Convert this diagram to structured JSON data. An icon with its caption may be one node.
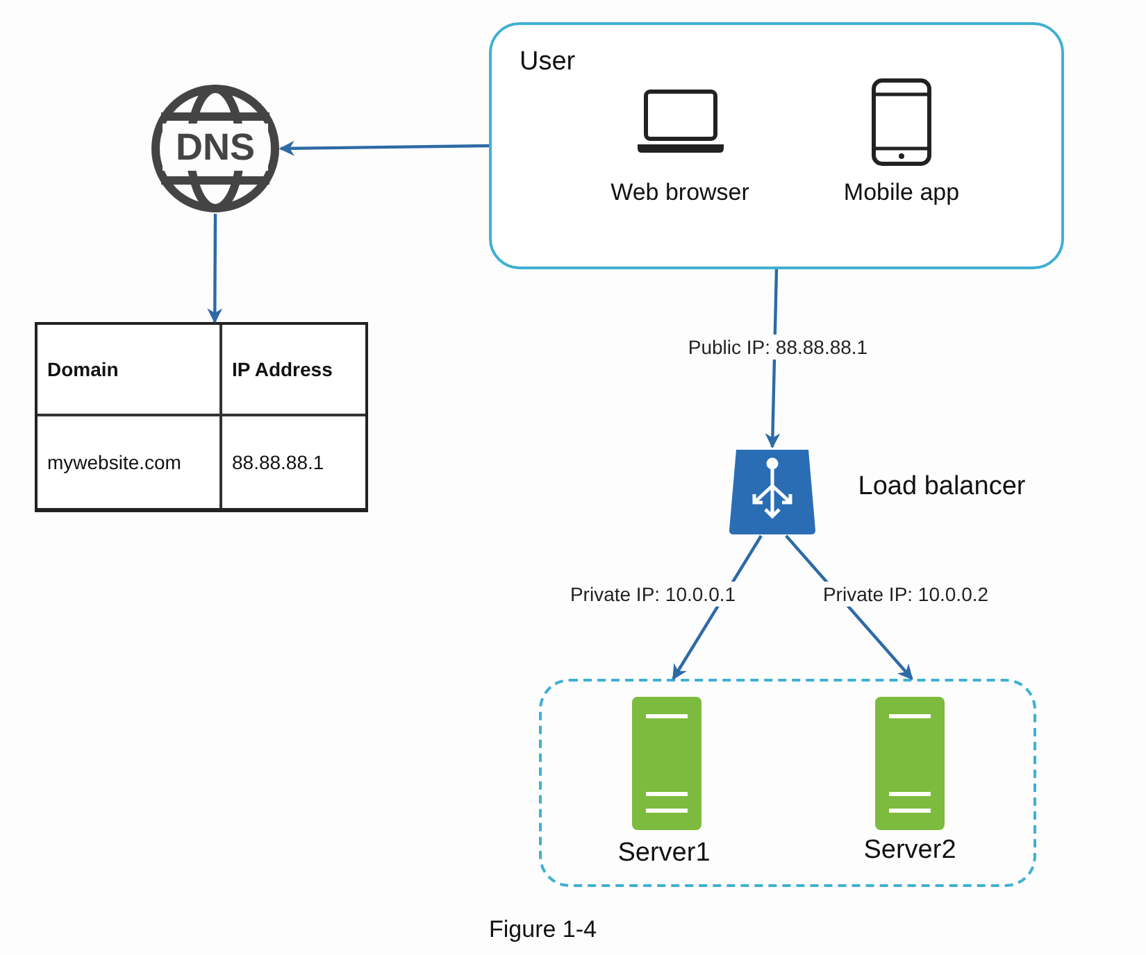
{
  "diagram": {
    "caption": "Figure 1-4",
    "nodes": [
      {
        "text": [
          "User"
        ]
      },
      {
        "text": [
          "Web browser"
        ],
        "in": 0
      },
      {
        "text": [
          "Mobile app"
        ],
        "in": 0
      },
      {
        "text": [
          "DNS"
        ]
      },
      {
        "text": [
          "Domain",
          "IP Address",
          "mywebsite.com",
          "88.88.88.1"
        ]
      },
      {
        "text": [],
        "shape": "trapezoid",
        "beside": [
          "Load balancer"
        ]
      },
      {
        "text": [],
        "shape": "box"
      },
      {
        "text": [],
        "shape": "server",
        "in": 6,
        "beside": [
          "Server1"
        ]
      },
      {
        "text": [],
        "shape": "server",
        "in": 6,
        "beside": [
          "Server2"
        ]
      }
    ],
    "edges": [
      {
        "from": 0,
        "to": 3,
        "arrow": "to"
      },
      {
        "from": 3,
        "to": 4,
        "arrow": "to"
      },
      {
        "from": 0,
        "to": 5,
        "arrow": "to",
        "label": "Public IP: 88.88.88.1"
      },
      {
        "from": 5,
        "to": 6,
        "arrow": "to",
        "label": "Private IP: 10.0.0.1"
      },
      {
        "from": 5,
        "to": 6,
        "arrow": "to",
        "label": "Private IP: 10.0.0.2"
      }
    ]
  }
}
